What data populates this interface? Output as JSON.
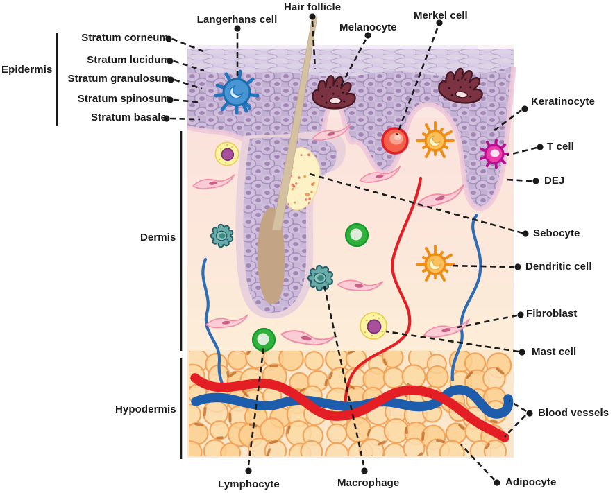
{
  "figure": {
    "title_domain": "skin anatomy diagram",
    "region_labels": {
      "epidermis": "Epidermis",
      "dermis": "Dermis",
      "hypodermis": "Hypodermis"
    },
    "epidermis_strata": [
      "Stratum corneum",
      "Stratum lucidum",
      "Stratum granulosum",
      "Stratum spinosum",
      "Stratum basale"
    ],
    "structure_labels": {
      "langerhans_cell": "Langerhans cell",
      "hair_follicle": "Hair follicle",
      "melanocyte": "Melanocyte",
      "merkel_cell": "Merkel cell",
      "keratinocyte": "Keratinocyte",
      "t_cell": "T cell",
      "dej": "DEJ",
      "sebocyte": "Sebocyte",
      "dendritic_cell": "Dendritic cell",
      "fibroblast": "Fibroblast",
      "mast_cell": "Mast cell",
      "blood_vessels": "Blood vessels",
      "adipocyte": "Adipocyte",
      "lymphocyte": "Lymphocyte",
      "macrophage": "Macrophage"
    },
    "colors": {
      "epidermis_cells": "#c9b7d8",
      "stratum_corneum": "#ddd3e7",
      "basement_membrane": "#eec9d9",
      "dermis_background": "#fbe3de",
      "hypodermis_fat": "#fbd49c",
      "artery_red": "#e31e24",
      "vein_blue": "#1d5dac",
      "langerhans_blue": "#4795d2",
      "melanocyte_maroon": "#7b3342",
      "merkel_red": "#f4604a",
      "dendritic_orange": "#f9a02e",
      "t_cell_magenta": "#ee3bad",
      "macrophage_teal": "#69aca7",
      "lymphocyte_green": "#2fb13b",
      "mast_cell_yellow": "#faf3a3",
      "fibroblast_pink": "#f9ccd6",
      "label_text": "#1b1b1b"
    }
  }
}
